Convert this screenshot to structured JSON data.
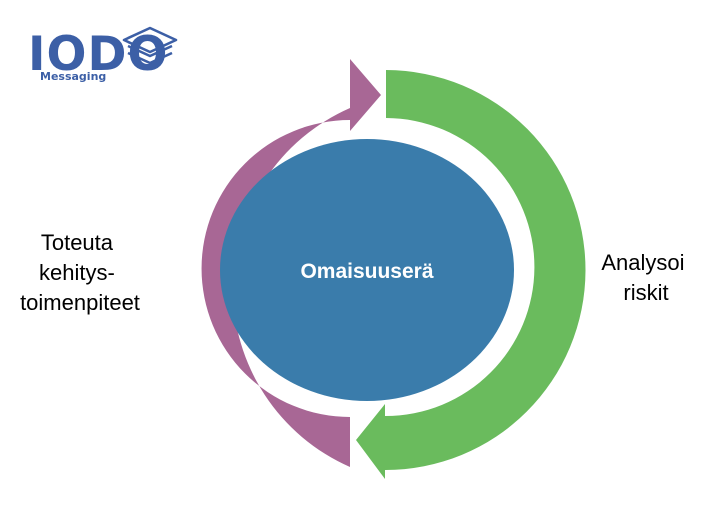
{
  "logo": {
    "wordmark": "IODO",
    "subtitle": "Messaging",
    "icon": "stacked-layers-icon",
    "color": "#3c5fa6"
  },
  "diagram": {
    "center": {
      "label": "Omaisuuserä",
      "color": "#3a7cab"
    },
    "right_arrow": {
      "color": "#6abb5d",
      "label_lines": [
        "Analysoi",
        "riskit"
      ]
    },
    "left_arrow": {
      "color": "#a86795",
      "label_lines": [
        "Toteuta",
        "kehitys-",
        "toimenpiteet"
      ]
    }
  }
}
